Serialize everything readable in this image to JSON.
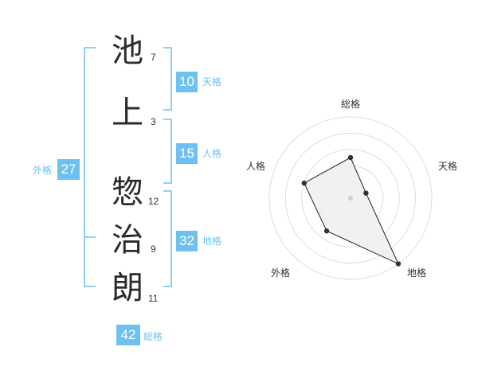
{
  "name": {
    "chars": [
      {
        "char": "池",
        "strokes": "7"
      },
      {
        "char": "上",
        "strokes": "3"
      },
      {
        "char": "惣",
        "strokes": "12"
      },
      {
        "char": "治",
        "strokes": "9"
      },
      {
        "char": "朗",
        "strokes": "11"
      }
    ]
  },
  "kaku": {
    "tenkaku": {
      "value": "10",
      "label": "天格"
    },
    "jinkaku": {
      "value": "15",
      "label": "人格"
    },
    "chikaku": {
      "value": "32",
      "label": "地格"
    },
    "gaikaku": {
      "value": "27",
      "label": "外格"
    },
    "soukaku": {
      "value": "42",
      "label": "総格"
    }
  },
  "chart_data": {
    "type": "radar",
    "axes": [
      "総格",
      "天格",
      "地格",
      "外格",
      "人格"
    ],
    "values": [
      2.5,
      1,
      5,
      2.5,
      3
    ],
    "max": 5,
    "rings": 5,
    "colors": {
      "accent": "#6ec1ee",
      "fill": "#eeeeee",
      "line": "#222222",
      "ring": "#dddddd"
    }
  }
}
